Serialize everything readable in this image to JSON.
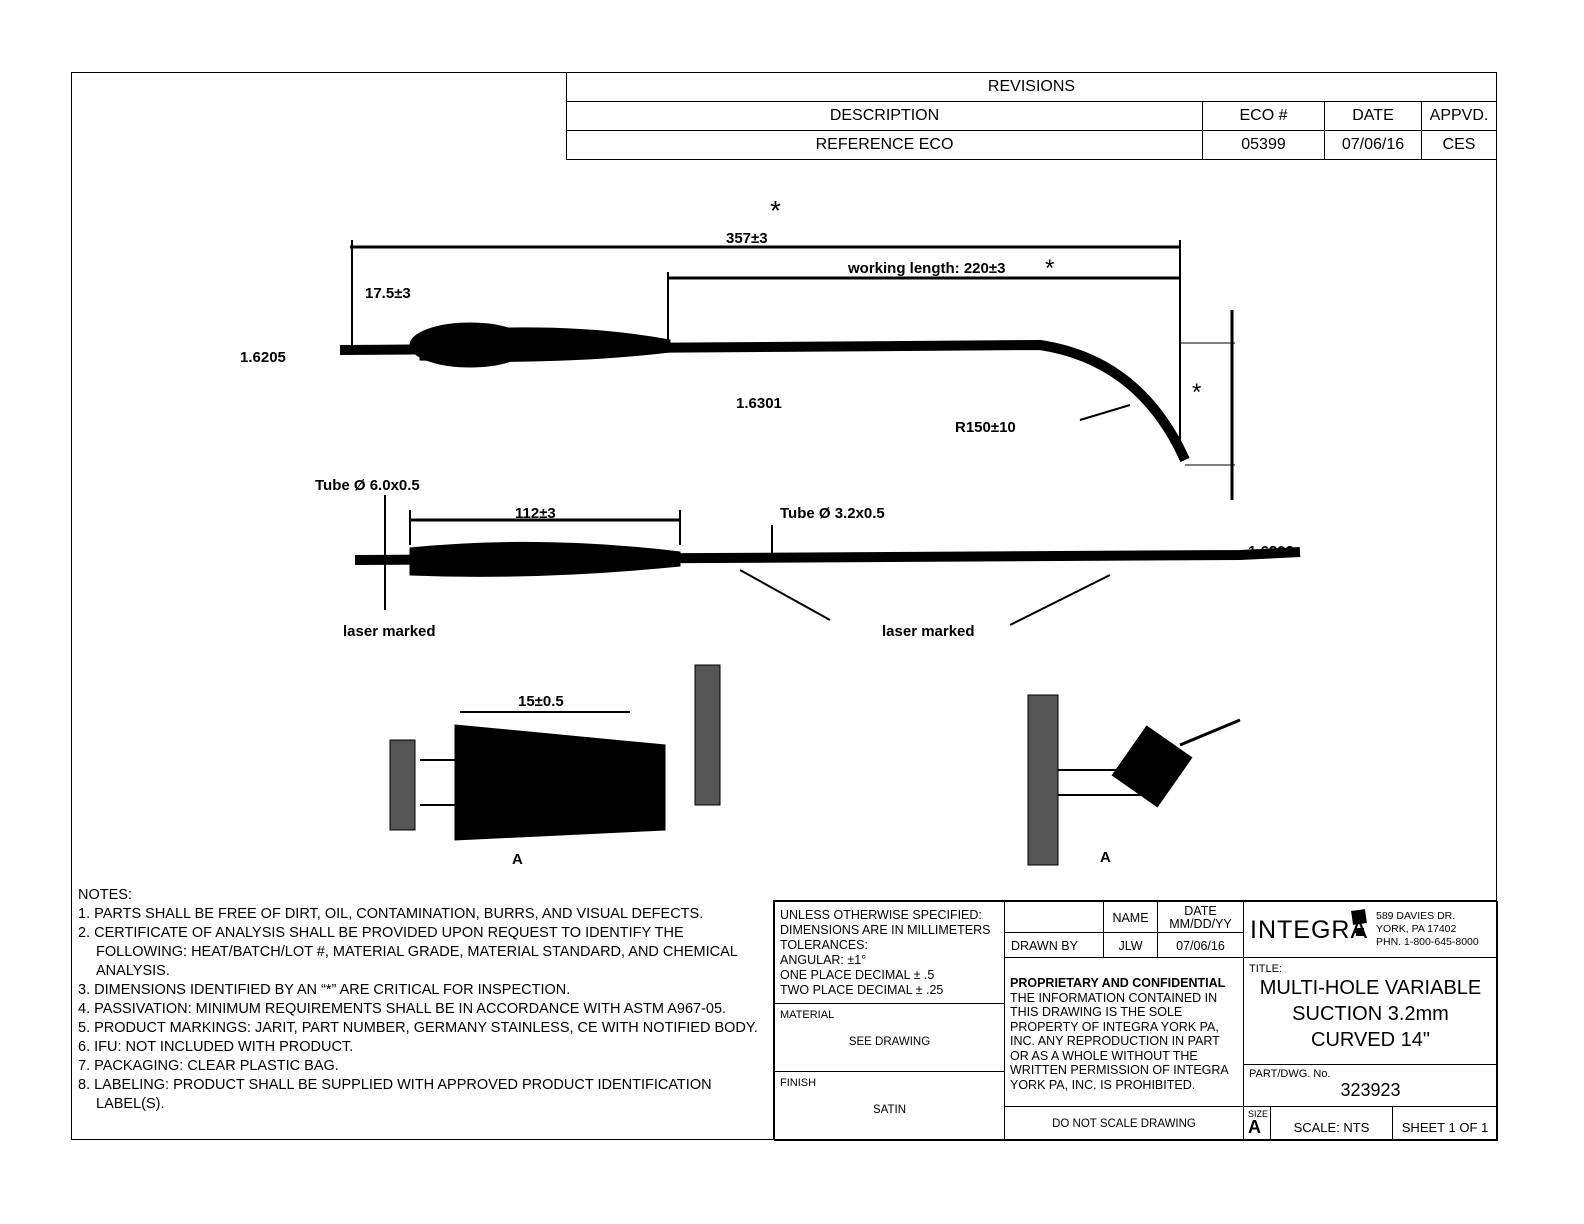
{
  "revisions": {
    "title": "REVISIONS",
    "headers": [
      "DESCRIPTION",
      "ECO #",
      "DATE",
      "APPVD."
    ],
    "rows": [
      {
        "description": "REFERENCE ECO",
        "eco": "05399",
        "date": "07/06/16",
        "appvd": "CES"
      }
    ]
  },
  "drawing": {
    "dims": {
      "overall": "357±3",
      "critical_mark": "*",
      "working_length": "working length: 220±3",
      "handle_end": "17.5±3",
      "tip_note": "1.6205",
      "tube_note": "1.6301",
      "radius": "R150±10",
      "tube_large": "Tube Ø 6.0x0.5",
      "handle_len": "112±3",
      "tube_small": "Tube Ø 3.2x0.5",
      "tip_end": "1.6302",
      "laser_left": "laser marked",
      "laser_right": "laser marked",
      "end_view_len": "15±0.5",
      "section_a": "A",
      "detail_a": "A"
    }
  },
  "notes": {
    "heading": "NOTES:",
    "items": [
      "1. PARTS SHALL BE FREE OF DIRT, OIL, CONTAMINATION, BURRS, AND VISUAL DEFECTS.",
      "2. CERTIFICATE OF ANALYSIS SHALL BE PROVIDED UPON REQUEST TO IDENTIFY THE FOLLOWING: HEAT/BATCH/LOT #, MATERIAL GRADE, MATERIAL STANDARD, AND CHEMICAL ANALYSIS.",
      "3. DIMENSIONS IDENTIFIED BY AN “*” ARE CRITICAL FOR INSPECTION.",
      "4. PASSIVATION: MINIMUM REQUIREMENTS SHALL BE IN ACCORDANCE WITH ASTM A967-05.",
      "5. PRODUCT MARKINGS: JARIT, PART NUMBER, GERMANY STAINLESS, CE WITH NOTIFIED BODY.",
      "6. IFU: NOT INCLUDED WITH PRODUCT.",
      "7. PACKAGING: CLEAR PLASTIC BAG.",
      "8. LABELING: PRODUCT SHALL BE SUPPLIED WITH APPROVED PRODUCT IDENTIFICATION LABEL(S)."
    ]
  },
  "title_block": {
    "tolerances": [
      "UNLESS OTHERWISE SPECIFIED:",
      "DIMENSIONS ARE IN MILLIMETERS",
      "TOLERANCES:",
      "ANGULAR: ±1°",
      "ONE PLACE DECIMAL ± .5",
      "TWO PLACE DECIMAL ± .25"
    ],
    "material_label": "MATERIAL",
    "material": "SEE DRAWING",
    "finish_label": "FINISH",
    "finish": "SATIN",
    "name_label": "NAME",
    "date_label": "DATE",
    "date_format": "MM/DD/YY",
    "drawn_by_label": "DRAWN BY",
    "drawn_by": "JLW",
    "drawn_date": "07/06/16",
    "proprietary_heading": "PROPRIETARY AND CONFIDENTIAL",
    "proprietary_text": "THE INFORMATION CONTAINED IN THIS DRAWING IS THE SOLE PROPERTY OF INTEGRA YORK PA, INC.  ANY REPRODUCTION IN PART OR AS A WHOLE WITHOUT THE WRITTEN PERMISSION OF INTEGRA YORK PA, INC. IS PROHIBITED.",
    "do_not_scale": "DO NOT SCALE DRAWING",
    "company": "INTEGRA",
    "address": [
      "589 DAVIES DR.",
      "YORK, PA 17402",
      "PHN. 1-800-645-8000"
    ],
    "title_label": "TITLE:",
    "title": [
      "MULTI-HOLE VARIABLE",
      "SUCTION 3.2mm",
      "CURVED 14\""
    ],
    "part_label": "PART/DWG. No.",
    "part_no": "323923",
    "size_label": "SIZE",
    "size": "A",
    "scale": "SCALE: NTS",
    "sheet": "SHEET 1 OF 1"
  }
}
